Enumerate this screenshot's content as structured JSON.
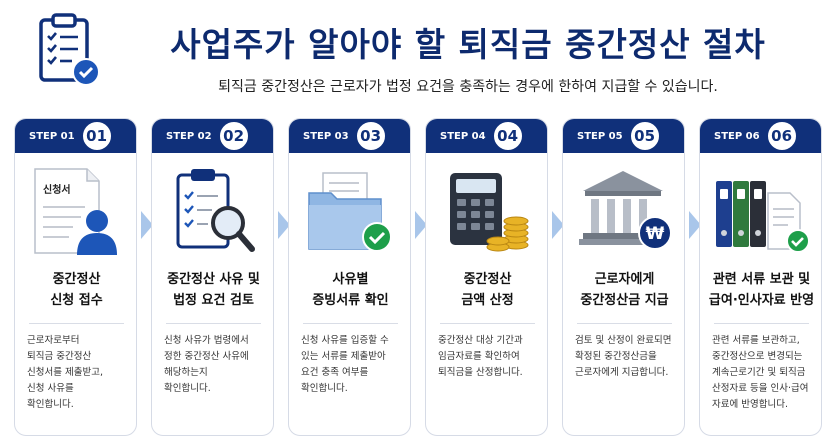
{
  "header": {
    "title": "사업주가 알아야 할 퇴직금 중간정산 절차",
    "subtitle": "퇴직금 중간정산은 근로자가 법정 요건을 충족하는 경우에 한하여 지급할 수 있습니다.",
    "icon": "clipboard-checklist-icon"
  },
  "colors": {
    "navy": "#10307a",
    "arrow": "#a9c6ea",
    "check": "#1e9f4a"
  },
  "steps": [
    {
      "label": "STEP 01",
      "num": "01",
      "title": [
        "중간정산",
        "신청 접수"
      ],
      "desc": [
        "근로자로부터",
        "퇴직금 중간정산",
        "신청서를 제출받고,",
        "신청 사유를",
        "확인합니다."
      ],
      "doc_text": "신청서",
      "icon": "application-form-person-icon"
    },
    {
      "label": "STEP 02",
      "num": "02",
      "title": [
        "중간정산 사유 및",
        "법정 요건 검토"
      ],
      "desc": [
        "신청 사유가 법령에서",
        "정한 중간정산 사유에",
        "해당하는지",
        "확인합니다."
      ],
      "icon": "clipboard-magnifier-icon"
    },
    {
      "label": "STEP 03",
      "num": "03",
      "title": [
        "사유별",
        "증빙서류 확인"
      ],
      "desc": [
        "신청 사유를 입증할 수",
        "있는 서류를 제출받아",
        "요건 충족 여부를",
        "확인합니다."
      ],
      "icon": "folder-check-icon"
    },
    {
      "label": "STEP 04",
      "num": "04",
      "title": [
        "중간정산",
        "금액 산정"
      ],
      "desc": [
        "중간정산 대상 기간과",
        "임금자료를 확인하여",
        "퇴직금을 산정합니다."
      ],
      "icon": "calculator-coins-icon"
    },
    {
      "label": "STEP 05",
      "num": "05",
      "title": [
        "근로자에게",
        "중간정산금 지급"
      ],
      "desc": [
        "검토 및 산정이 완료되면",
        "확정된 중간정산금을",
        "근로자에게 지급합니다."
      ],
      "icon": "bank-won-icon"
    },
    {
      "label": "STEP 06",
      "num": "06",
      "title": [
        "관련 서류 보관 및",
        "급여·인사자료 반영"
      ],
      "desc": [
        "관련 서류를 보관하고,",
        "중간정산으로 변경되는",
        "계속근로기간 및 퇴직금",
        "산정자료 등을 인사·급여",
        "자료에 반영합니다."
      ],
      "icon": "binders-document-check-icon"
    }
  ]
}
